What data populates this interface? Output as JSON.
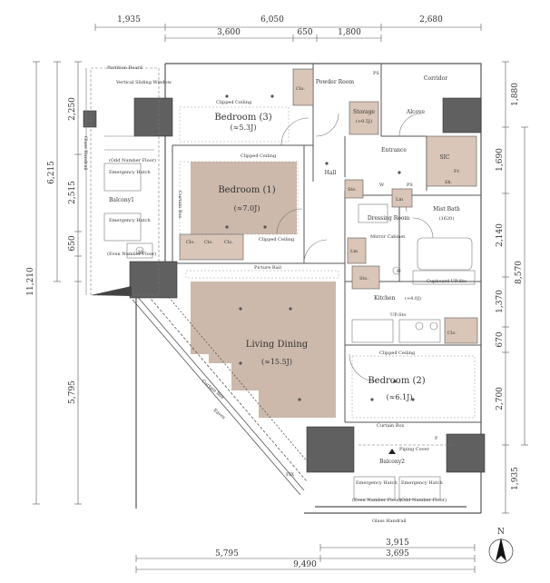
{
  "dimensions": {
    "top_row1": [
      "1,935",
      "6,050",
      "2,680"
    ],
    "top_row2": [
      "3,600",
      "650",
      "1,800"
    ],
    "left_outer": "11,210",
    "left_mid": "6,215",
    "left_inner": [
      "2,250",
      "2,515",
      "650",
      "5,795"
    ],
    "right_outer": "8,570",
    "right_inner": [
      "1,880",
      "1,690",
      "2,140",
      "1,370",
      "670",
      "2,700",
      "1,935"
    ],
    "bottom_row1": [
      "3,915"
    ],
    "bottom_row2": [
      "5,795",
      "3,695"
    ],
    "bottom_total": "9,490"
  },
  "rooms": {
    "bedroom3": {
      "name": "Bedroom (3)",
      "area": "(≈5.3J)"
    },
    "bedroom1": {
      "name": "Bedroom (1)",
      "area": "(≈7.0J)"
    },
    "bedroom2": {
      "name": "Bedroom (2)",
      "area": "(≈6.1J)"
    },
    "living": {
      "name": "Living Dining",
      "area": "(≈15.5J)"
    },
    "kitchen": {
      "name": "Kitchen",
      "area": "(≈4.0J)"
    },
    "powder": "Powder Room",
    "storage": {
      "name": "Storage",
      "area": "(≈0.5J)"
    },
    "alcove": "Alcove",
    "corridor": "Corridor",
    "entrance": "Entrance",
    "hall": "Hall",
    "dressing": "Dressing Room",
    "mist_bath": {
      "name": "Mist Bath",
      "sub": "(1620)"
    },
    "sic": "SIC",
    "balcony1": "Balcony1",
    "balcony2": "Balcony2"
  },
  "labels": {
    "clipped_ceiling": "Clipped Ceiling",
    "curtain_box": "Curtain Box",
    "picture_rail": "Picture Rail",
    "eaves": "Eaves",
    "fix": "FIX",
    "partition_board": "Partition Board",
    "vertical_sliding_window": "Vertical Sliding Window",
    "emergency_hatch": "Emergency Hatch",
    "odd_floor": "(Odd Number Floor)",
    "even_floor": "(Even Number Floor)",
    "glass_handrail": "Glass Handrail",
    "piping_cover": "Piping Cover",
    "mirror_cabinet": "Mirror Cabinet",
    "cupboard": "Cupboard UP:Sto",
    "up_sto": "UP:Sto",
    "clo": "Clo.",
    "sto": "Sto.",
    "lin": "Lin",
    "ps": "PS",
    "w": "W",
    "p": "P",
    "sh": "Sh.",
    "fr": "Fr.",
    "m": "M",
    "r": "R",
    "north": "N"
  }
}
